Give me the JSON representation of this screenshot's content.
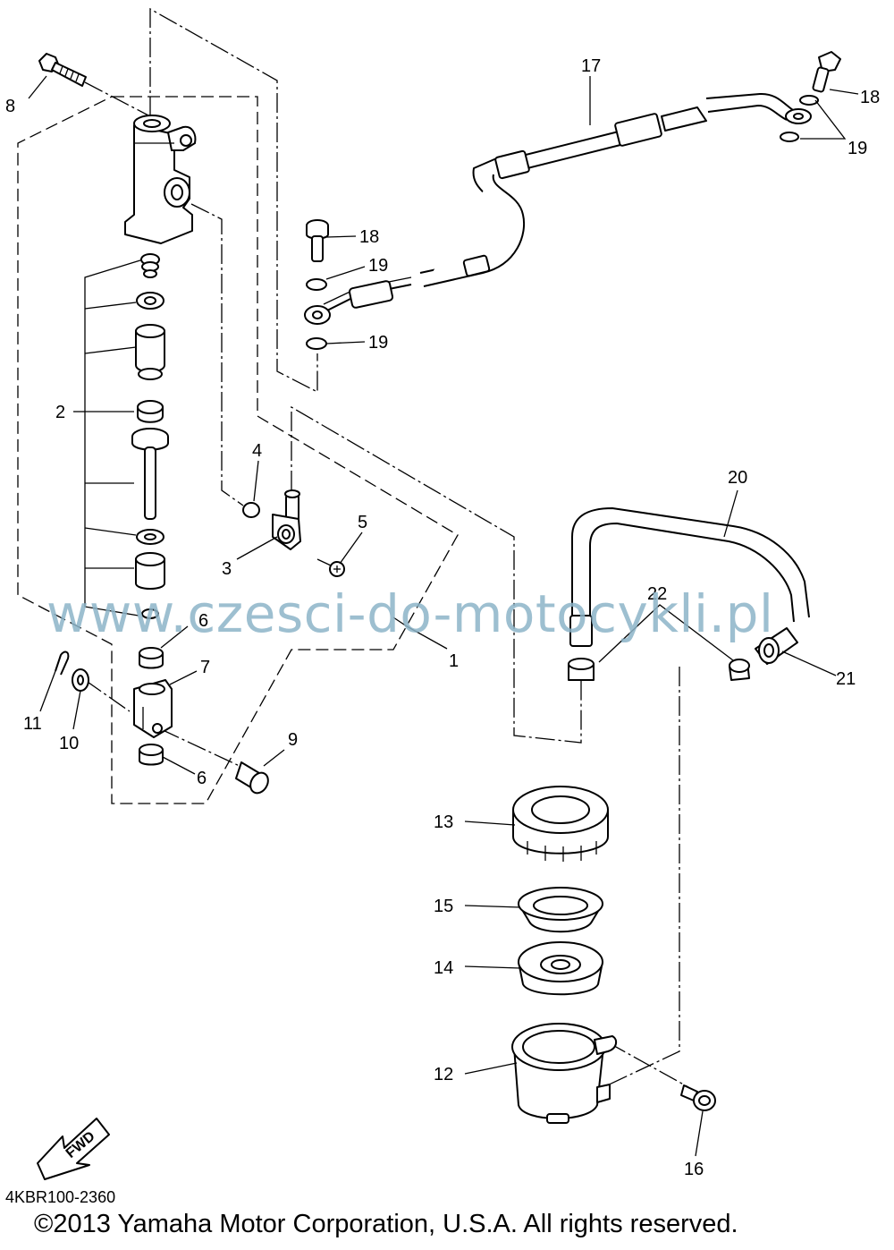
{
  "callouts": {
    "p1": "1",
    "p2": "2",
    "p3": "3",
    "p4": "4",
    "p5": "5",
    "p6a": "6",
    "p6b": "6",
    "p7": "7",
    "p8": "8",
    "p9": "9",
    "p10": "10",
    "p11": "11",
    "p12": "12",
    "p13": "13",
    "p14": "14",
    "p15": "15",
    "p16": "16",
    "p17": "17",
    "p18a": "18",
    "p18b": "18",
    "p19a": "19",
    "p19b": "19",
    "p19c": "19",
    "p20": "20",
    "p21": "21",
    "p22": "22"
  },
  "fwd_label": "FWD",
  "watermark": "www.czesci-do-motocykli.pl",
  "diagram_code": "4KBR100-2360",
  "copyright": "©2013 Yamaha Motor Corporation, U.S.A. All rights reserved.",
  "colors": {
    "line": "#000000",
    "watermark": "#8db4c8",
    "background": "#ffffff"
  }
}
